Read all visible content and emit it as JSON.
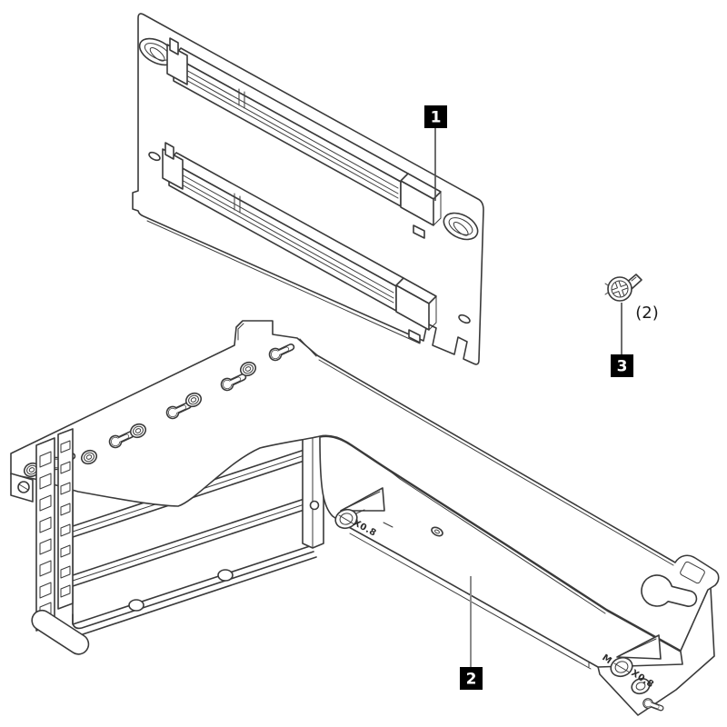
{
  "figure": {
    "callouts": [
      {
        "number": "1"
      },
      {
        "number": "2"
      },
      {
        "number": "3",
        "quantity_label": "(2)"
      }
    ],
    "markings": {
      "left_thumbscrew": "X0.8",
      "right_prefix": "M",
      "right_thumbscrew": "X0.8"
    },
    "colors": {
      "line": "#3a3a3a",
      "background": "#ffffff",
      "callout_background": "#000000",
      "callout_number": "#ffffff",
      "leader_line": "#8c8c8c"
    }
  }
}
